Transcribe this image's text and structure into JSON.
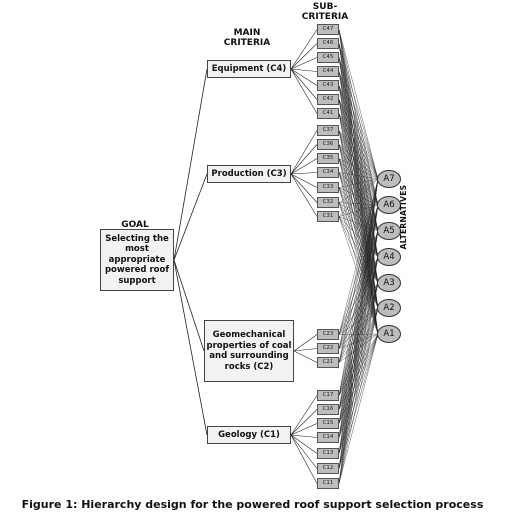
{
  "headers": {
    "main_criteria": "MAIN\nCRITERIA",
    "sub_criteria": "SUB-\nCRITERIA",
    "goal": "GOAL"
  },
  "goal_text": "Selecting the most appropriate powered roof support",
  "criteria": [
    {
      "label": "Equipment (C4)",
      "subs": [
        "C47",
        "C46",
        "C45",
        "C44",
        "C43",
        "C42",
        "C41"
      ]
    },
    {
      "label": "Production (C3)",
      "subs": [
        "C37",
        "C36",
        "C35",
        "C34",
        "C33",
        "C32",
        "C31"
      ]
    },
    {
      "label": "Geomechanical properties of coal and surrounding rocks (C2)",
      "subs": [
        "C23",
        "C22",
        "C21"
      ]
    },
    {
      "label": "Geology (C1)",
      "subs": [
        "C17",
        "C16",
        "C15",
        "C14",
        "C13",
        "C12",
        "C11"
      ]
    }
  ],
  "alternatives": [
    "A7",
    "A6",
    "A5",
    "A4",
    "A3",
    "A2",
    "A1"
  ],
  "alternatives_label": "ALTERNATIVES",
  "caption": "Figure 1: Hierarchy design for the powered roof support selection process"
}
